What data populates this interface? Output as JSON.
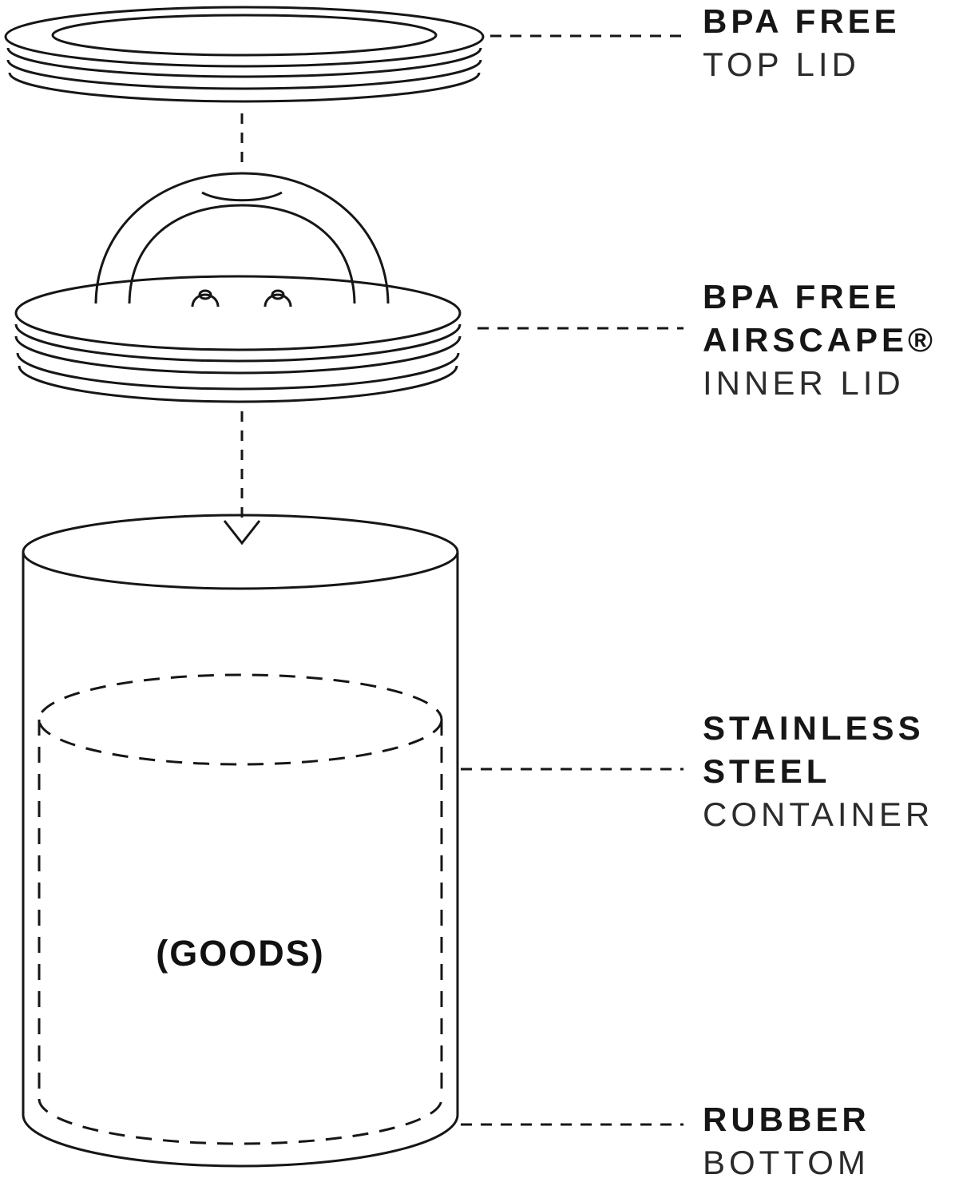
{
  "diagram": {
    "goods_label": "(GOODS)",
    "labels": {
      "top_lid": {
        "lines": [
          "BPA FREE",
          "TOP LID"
        ]
      },
      "inner_lid": {
        "lines": [
          "BPA FREE",
          "AIRSCAPE®",
          "INNER LID"
        ]
      },
      "container": {
        "lines": [
          "STAINLESS",
          "STEEL",
          "CONTAINER"
        ]
      },
      "bottom": {
        "lines": [
          "RUBBER",
          "BOTTOM"
        ]
      }
    },
    "colors": {
      "line": "#161616",
      "text": "#1a1a1a",
      "background": "#ffffff"
    }
  }
}
